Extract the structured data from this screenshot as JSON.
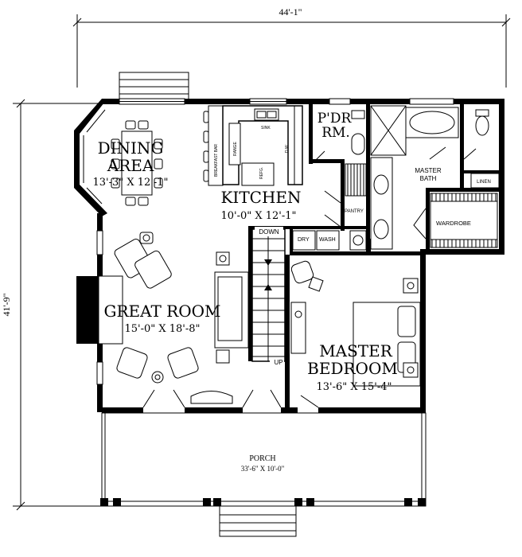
{
  "dimensions": {
    "width_overall": "44'-1\"",
    "depth_overall": "41'-9\""
  },
  "rooms": {
    "dining": {
      "line1": "DINING",
      "line2": "AREA",
      "size": "13'-3\" X 12'-1\""
    },
    "kitchen": {
      "name": "KITCHEN",
      "size": "10'-0\" X 12'-1\""
    },
    "great_room": {
      "name": "GREAT ROOM",
      "size": "15'-0\" X 18'-8\""
    },
    "master_bedroom": {
      "line1": "MASTER",
      "line2": "BEDROOM",
      "size": "13'-6\" X 15'-4\""
    },
    "powder": {
      "line1": "P'DR",
      "line2": "RM."
    },
    "master_bath": {
      "line1": "MASTER",
      "line2": "BATH"
    },
    "linen": "LINEN",
    "wardrobe": "WARDROBE",
    "pantry": "PANTRY",
    "porch": {
      "name": "PORCH",
      "size": "33'-6\" X 10'-0\""
    }
  },
  "labels": {
    "sink": "SINK",
    "range": "RANGE",
    "dw": "D.W.",
    "refg": "REFG.",
    "breakfast_bar": "BREAKFAST BAR",
    "dry": "DRY",
    "wash": "WASH",
    "stair_down": "DOWN",
    "stair_up": "UP"
  }
}
